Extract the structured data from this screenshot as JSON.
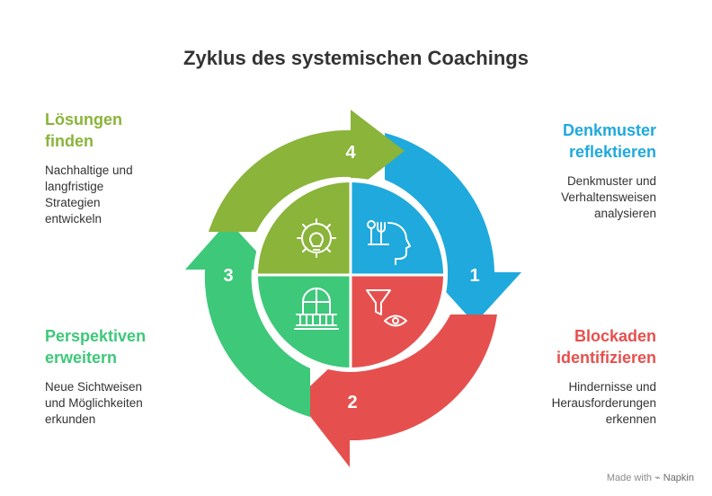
{
  "title": "Zyklus des systemischen Coachings",
  "steps": [
    {
      "number": "1",
      "heading": [
        "Denkmuster",
        "reflektieren"
      ],
      "description": [
        "Denkmuster und",
        "Verhaltensweisen",
        "analysieren"
      ],
      "color": "#1fa9dd",
      "icon": "head-thought-icon"
    },
    {
      "number": "2",
      "heading": [
        "Blockaden",
        "identifizieren"
      ],
      "description": [
        "Hindernisse und",
        "Herausforderungen",
        "erkennen"
      ],
      "color": "#e5504e",
      "icon": "funnel-eye-icon"
    },
    {
      "number": "3",
      "heading": [
        "Perspektiven",
        "erweitern"
      ],
      "description": [
        "Neue Sichtweisen",
        "und Möglichkeiten",
        "erkunden"
      ],
      "color": "#3ec87a",
      "icon": "window-balcony-icon"
    },
    {
      "number": "4",
      "heading": [
        "Lösungen",
        "finden"
      ],
      "description": [
        "Nachhaltige und",
        "langfristige",
        "Strategien",
        "entwickeln"
      ],
      "color": "#8ab43a",
      "icon": "gear-bulb-icon"
    }
  ],
  "watermark": {
    "prefix": "Made with",
    "brand": "Napkin"
  }
}
